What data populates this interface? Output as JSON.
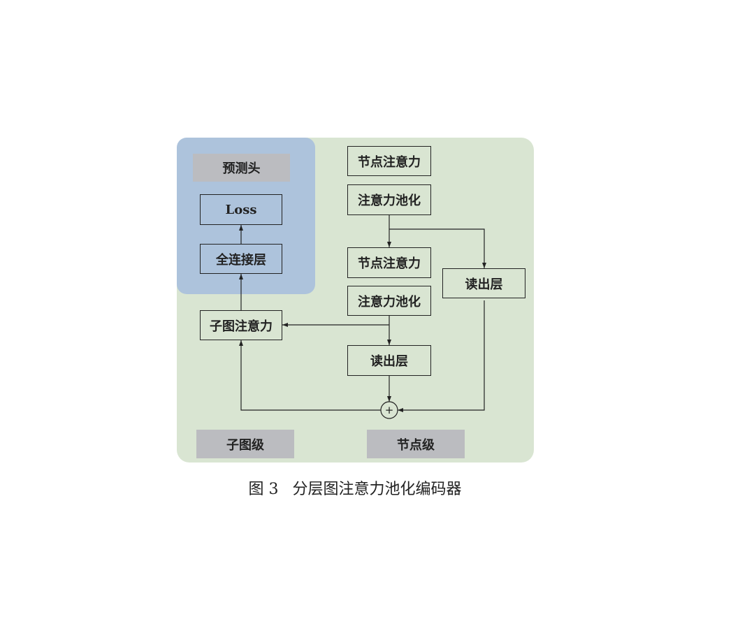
{
  "prediction_head": {
    "title": "预测头",
    "loss": "Loss",
    "fc": "全连接层"
  },
  "subgraph_level": {
    "attention": "子图注意力",
    "label": "子图级"
  },
  "node_level": {
    "node_attention_1": "节点注意力",
    "pooling_1": "注意力池化",
    "node_attention_2": "节点注意力",
    "pooling_2": "注意力池化",
    "readout_main": "读出层",
    "readout_side": "读出层",
    "sum_symbol": "+",
    "label": "节点级"
  },
  "colors": {
    "node_panel": "#d9e5d2",
    "head_panel": "#adc3dc",
    "tag": "#bbbcc0"
  },
  "caption": {
    "figure": "图 3",
    "title": "分层图注意力池化编码器"
  }
}
